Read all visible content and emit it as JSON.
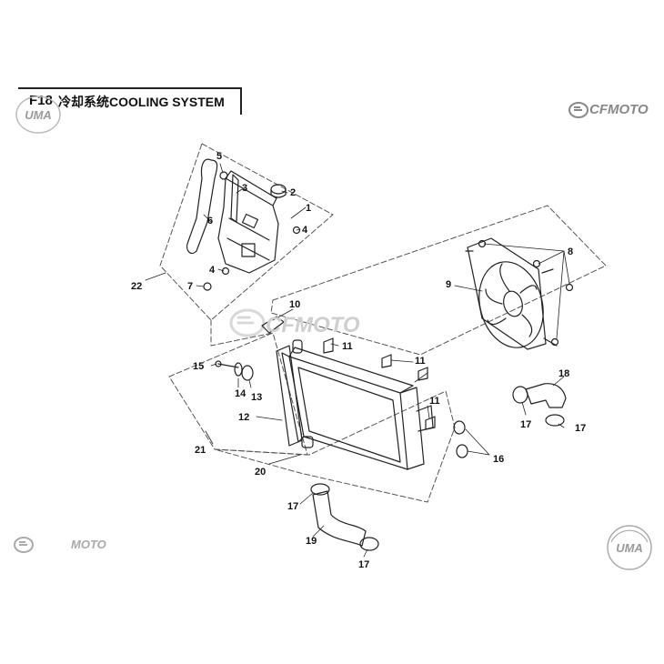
{
  "header": {
    "code": "F18",
    "title": "冷却系统COOLING SYSTEM"
  },
  "logos": {
    "brand_top_right": "CFMOTO",
    "brand_center_watermark": "CFMOTO",
    "brand_bottom_left": "MOTO",
    "uma_badge": "UMA"
  },
  "callouts": [
    "1",
    "2",
    "3",
    "4",
    "4",
    "5",
    "6",
    "7",
    "8",
    "9",
    "10",
    "11",
    "11",
    "11",
    "12",
    "13",
    "14",
    "15",
    "16",
    "17",
    "17",
    "17",
    "17",
    "18",
    "19",
    "20",
    "21",
    "22"
  ],
  "colors": {
    "line": "#222222",
    "dash": "#555555",
    "watermark": "#cfcfcf",
    "logo": "#888888"
  }
}
